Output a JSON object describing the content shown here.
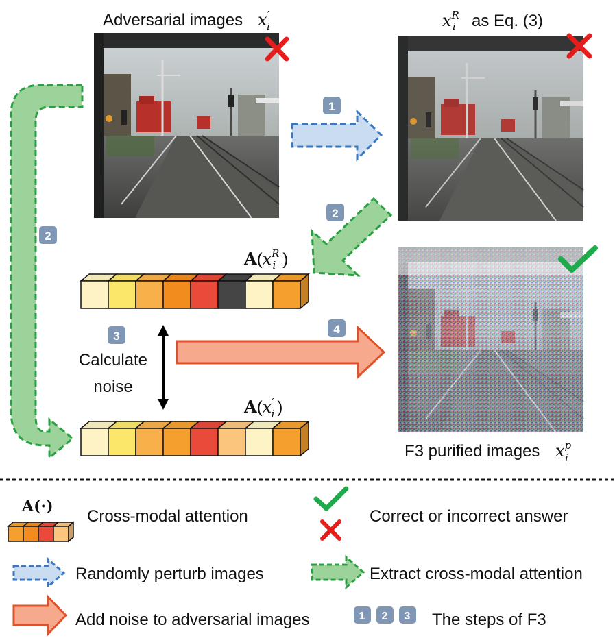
{
  "top_left": {
    "caption": "Adversarial images",
    "caption_math": "x",
    "caption_sub": "i",
    "caption_sup": "′",
    "verdict": "incorrect"
  },
  "top_right": {
    "caption_math": "x",
    "caption_sub": "i",
    "caption_sup": "R",
    "caption_suffix": "as Eq. (3)",
    "verdict": "incorrect"
  },
  "purified": {
    "caption": "F3 purified images",
    "caption_math": "x",
    "caption_sub": "i",
    "caption_sup": "p",
    "verdict": "correct"
  },
  "attention_top": {
    "label_A": "A",
    "label_x": "x",
    "label_sub": "i",
    "label_sup": "R",
    "cells": [
      "#fdf3c4",
      "#fbe86a",
      "#f8b04a",
      "#f28c1e",
      "#e94a3a",
      "#454545",
      "#fdf3c4",
      "#f5a02e"
    ]
  },
  "attention_bottom": {
    "label_A": "A",
    "label_x": "x",
    "label_sub": "i",
    "label_sup": "′",
    "cells": [
      "#fdf3c4",
      "#fbe86a",
      "#f8b04a",
      "#f5a02e",
      "#e94a3a",
      "#fbc57e",
      "#fdf3c4",
      "#f5a02e"
    ]
  },
  "steps": {
    "step1": "1",
    "step2_right": "2",
    "step2_left": "2",
    "step3": "3",
    "step4": "4",
    "calc_line1": "Calculate",
    "calc_line2": "noise"
  },
  "legend": {
    "attention_symbol": "A(·)",
    "attention_label": "Cross-modal attention",
    "correct_label": "Correct or incorrect answer",
    "perturb_label": "Randomly perturb images",
    "extract_label": "Extract cross-modal attention",
    "noise_label": "Add noise to adversarial images",
    "steps_badges": [
      "1",
      "2",
      "3"
    ],
    "steps_label": "The steps of F3",
    "mini_cells": [
      "#f5a02e",
      "#f28c1e",
      "#e94a3a",
      "#fbc57e"
    ]
  },
  "colors": {
    "blue_fill": "#c9dcf0",
    "blue_stroke": "#3a78c4",
    "green_fill": "#9bd39a",
    "green_stroke": "#2aa043",
    "red_fill": "#f7a98e",
    "red_stroke": "#e2522a",
    "badge": "#7f97b5",
    "check": "#1faa4b",
    "cross": "#e51d1d"
  },
  "icons": {
    "cross": "cross-icon",
    "check": "check-icon"
  }
}
